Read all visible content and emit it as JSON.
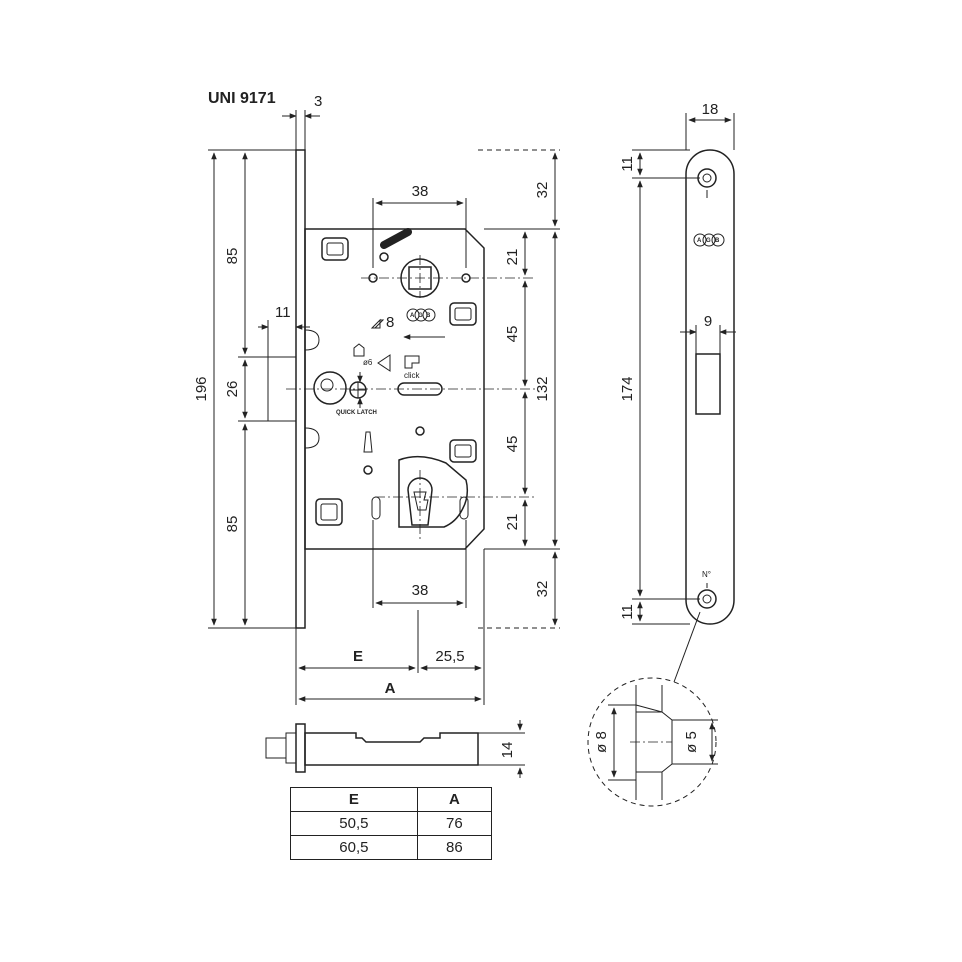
{
  "title": "UNI 9171",
  "front_view": {
    "dims": {
      "faceplate_thickness": "3",
      "height_total": "196",
      "height_upper": "85",
      "height_latch": "26",
      "height_lower": "85",
      "latch_projection": "11",
      "spindle_width": "38",
      "key_width": "38",
      "top_offset": "32",
      "bottom_offset": "32",
      "spindle_to_top": "21",
      "spindle_to_latch": "45",
      "latch_to_key": "45",
      "key_to_bottom": "21",
      "case_height": "132",
      "backset": "E",
      "case_depth": "A",
      "key_offset": "25,5"
    },
    "labels": {
      "spindle_square": "8",
      "pin": "ø6",
      "click": "click",
      "quick_latch": "QUICK LATCH",
      "brand": "AGB"
    }
  },
  "side_view": {
    "dims": {
      "width": "18",
      "screw_top": "11",
      "length": "174",
      "latch_width": "9",
      "screw_bottom": "11"
    },
    "labels": {
      "brand": "AGB",
      "number": "N°"
    }
  },
  "detail": {
    "outer_diameter": "ø 8",
    "inner_diameter": "ø 5"
  },
  "bottom_view": {
    "thickness": "14"
  },
  "table": {
    "headers": [
      "E",
      "A"
    ],
    "rows": [
      [
        "50,5",
        "76"
      ],
      [
        "60,5",
        "86"
      ]
    ]
  }
}
